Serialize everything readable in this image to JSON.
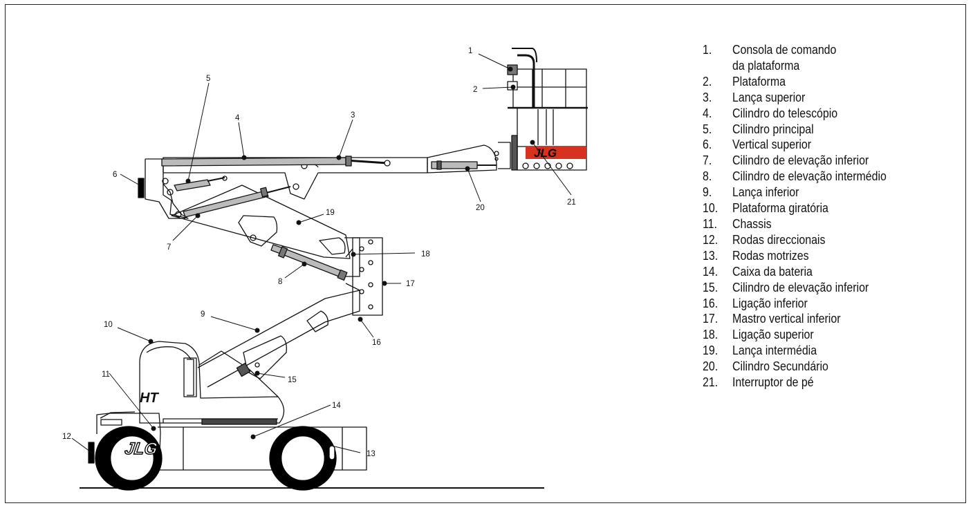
{
  "legend": [
    {
      "num": "1.",
      "text": "Consola de comando",
      "cont": "da plataforma"
    },
    {
      "num": "2.",
      "text": "Plataforma"
    },
    {
      "num": "3.",
      "text": "Lança superior"
    },
    {
      "num": "4.",
      "text": "Cilindro do telescópio"
    },
    {
      "num": "5.",
      "text": "Cilindro principal"
    },
    {
      "num": "6.",
      "text": "Vertical superior"
    },
    {
      "num": "7.",
      "text": "Cilindro de elevação inferior"
    },
    {
      "num": "8.",
      "text": "Cilindro de elevação intermédio"
    },
    {
      "num": "9.",
      "text": "Lança inferior"
    },
    {
      "num": "10.",
      "text": "Plataforma giratória"
    },
    {
      "num": "11.",
      "text": "Chassis"
    },
    {
      "num": "12.",
      "text": "Rodas direccionais"
    },
    {
      "num": "13.",
      "text": "Rodas motrizes"
    },
    {
      "num": "14.",
      "text": "Caixa da bateria"
    },
    {
      "num": "15.",
      "text": "Cilindro de elevação inferior"
    },
    {
      "num": "16.",
      "text": " Ligação inferior"
    },
    {
      "num": "17.",
      "text": "Mastro vertical inferior"
    },
    {
      "num": "18.",
      "text": "Ligação superior"
    },
    {
      "num": "19.",
      "text": "Lança intermédia"
    },
    {
      "num": "20.",
      "text": "Cilindro Secundário"
    },
    {
      "num": "21.",
      "text": "Interruptor de pé"
    }
  ],
  "callouts": [
    "1",
    "2",
    "3",
    "4",
    "5",
    "6",
    "7",
    "8",
    "9",
    "10",
    "11",
    "12",
    "13",
    "14",
    "15",
    "16",
    "17",
    "18",
    "19",
    "20",
    "21"
  ],
  "brand": {
    "logo_text": "JLG",
    "badge_text": "HT",
    "accent_color": "#d6321f",
    "line_color": "#111111"
  }
}
